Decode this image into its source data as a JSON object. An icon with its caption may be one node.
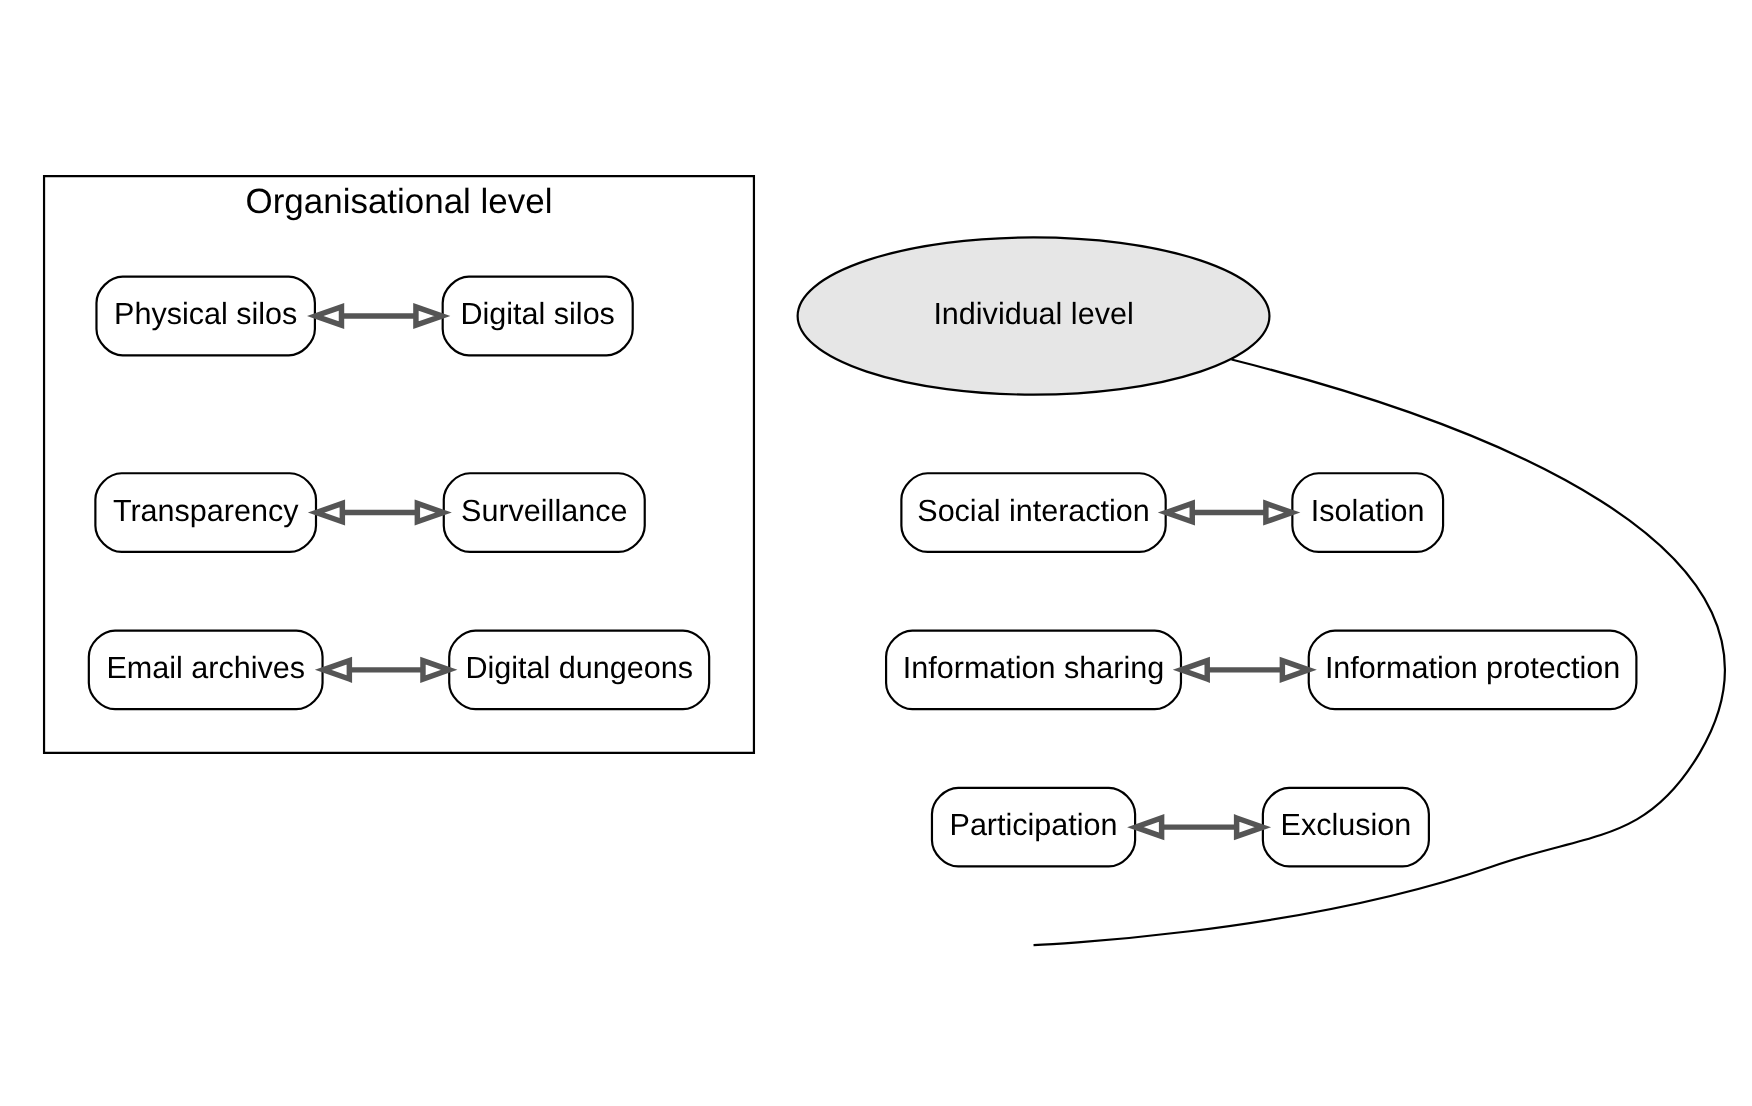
{
  "diagram": {
    "nodes": [
      {
        "text": [
          "Organisational level"
        ]
      },
      {
        "text": [
          "Physical silos"
        ],
        "in": 0
      },
      {
        "text": [
          "Digital silos"
        ],
        "in": 0
      },
      {
        "text": [
          "Transparency"
        ],
        "in": 0
      },
      {
        "text": [
          "Surveillance"
        ],
        "in": 0
      },
      {
        "text": [
          "Email archives"
        ],
        "in": 0
      },
      {
        "text": [
          "Digital dungeons"
        ],
        "in": 0
      },
      {
        "text": [
          "Individual level"
        ]
      },
      {
        "text": [
          "Social interaction"
        ]
      },
      {
        "text": [
          "Isolation"
        ]
      },
      {
        "text": [
          "Information sharing"
        ]
      },
      {
        "text": [
          "Information protection"
        ]
      },
      {
        "text": [
          "Participation"
        ]
      },
      {
        "text": [
          "Exclusion"
        ]
      }
    ],
    "edges": [
      {
        "from": 1,
        "to": 2,
        "arrow": "both"
      },
      {
        "from": 3,
        "to": 4,
        "arrow": "both"
      },
      {
        "from": 5,
        "to": 6,
        "arrow": "both"
      },
      {
        "from": 8,
        "to": 9,
        "arrow": "both"
      },
      {
        "from": 10,
        "to": 11,
        "arrow": "both"
      },
      {
        "from": 12,
        "to": 13,
        "arrow": "both"
      },
      {
        "from": 7,
        "to": null,
        "arrow": "none"
      }
    ]
  }
}
